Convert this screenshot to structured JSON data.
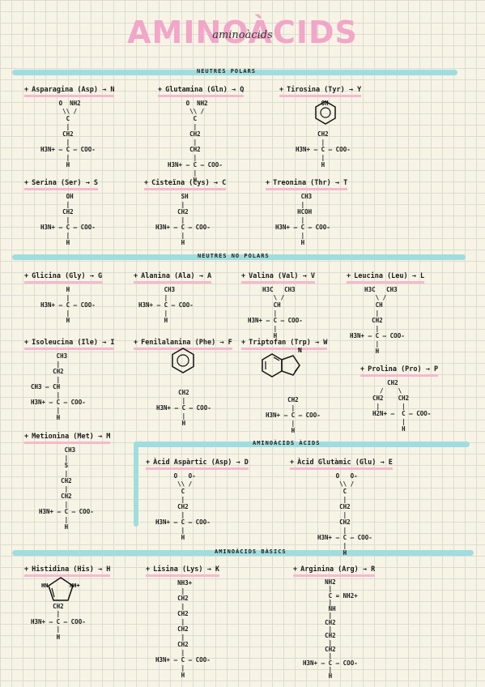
{
  "title": "AMINOÀCIDS",
  "title_script": "aminoàcids",
  "sections": {
    "polar": "NEUTRES POLARS",
    "nonpolar": "NEUTRES NO POLARS",
    "acidic": "AMINOÀCIDS ÀCIDS",
    "basic": "AMINOÀCIDS BÀSICS"
  },
  "amino_acids": [
    {
      "name": "Asparagina (Asp) → N",
      "structure": "     O  NH2\n      \\\\ /\n       C\n       |\n      CH2\n       |\nH3N+ — C — COO-\n       |\n       H"
    },
    {
      "name": "Glutamina (Gln) → Q",
      "structure": "     O  NH2\n      \\\\ /\n       C\n       |\n      CH2\n       |\n      CH2\n       |\nH3N+ — C — COO-\n       |\n       H"
    },
    {
      "name": "Tirosina (Tyr) → Y",
      "structure": "       OH\n\n\n\n      CH2\n       |\nH3N+ — C — COO-\n       |\n       H"
    },
    {
      "name": "Serina (Ser) → S",
      "structure": "       OH\n       |\n      CH2\n       |\nH3N+ — C — COO-\n       |\n       H"
    },
    {
      "name": "Cisteïna (Cys) → C",
      "structure": "       SH\n       |\n      CH2\n       |\nH3N+ — C — COO-\n       |\n       H"
    },
    {
      "name": "Treonina (Thr) → T",
      "structure": "       CH3\n       |\n      HCOH\n       |\nH3N+ — C — COO-\n       |\n       H"
    },
    {
      "name": "Glicina (Gly) → G",
      "structure": "       H\n       |\nH3N+ — C — COO-\n       |\n       H"
    },
    {
      "name": "Alanina (Ala) → A",
      "structure": "       CH3\n       |\nH3N+ — C — COO-\n       |\n       H"
    },
    {
      "name": "Valina (Val) → V",
      "structure": "    H3C   CH3\n       \\ /\n       CH\n       |\nH3N+ — C — COO-\n       |\n       H"
    },
    {
      "name": "Leucina (Leu) → L",
      "structure": "    H3C   CH3\n       \\ /\n       CH\n       |\n      CH2\n       |\nH3N+ — C — COO-\n       |\n       H"
    },
    {
      "name": "Isoleucina (Ile) → I",
      "structure": "       CH3\n       |\n      CH2\n       |\nCH3 — CH\n       |\nH3N+ — C — COO-\n       |\n       H"
    },
    {
      "name": "Fenilalanina (Phe) → F",
      "structure": "      CH2\n       |\nH3N+ — C — COO-\n       |\n       H"
    },
    {
      "name": "Triptofan (Trp) → W",
      "structure": "      CH2\n       |\nH3N+ — C — COO-\n       |\n       H"
    },
    {
      "name": "Prolina (Pro) → P",
      "structure": "      CH2\n    /    \\\n  CH2    CH2\n   |      |\n  H2N+ —  C — COO-\n          |\n          H"
    },
    {
      "name": "Metionina (Met) → M",
      "structure": "       CH3\n       |\n       S\n       |\n      CH2\n       |\n      CH2\n       |\nH3N+ — C — COO-\n       |\n       H"
    },
    {
      "name": "Àcid Aspàrtic (Asp) → D",
      "structure": "     O   O-\n      \\\\ /\n       C\n       |\n      CH2\n       |\nH3N+ — C — COO-\n       |\n       H"
    },
    {
      "name": "Àcid Glutàmic (Glu) → E",
      "structure": "     O   O-\n      \\\\ /\n       C\n       |\n      CH2\n       |\n      CH2\n       |\nH3N+ — C — COO-\n       |\n       H"
    },
    {
      "name": "Histidina (His) → H",
      "structure": "\n\n\n      CH2\n       |\nH3N+ — C — COO-\n       |\n       H"
    },
    {
      "name": "Lisina (Lys) → K",
      "structure": "      NH3+\n       |\n      CH2\n       |\n      CH2\n       |\n      CH2\n       |\n      CH2\n       |\nH3N+ — C — COO-\n       |\n       H"
    },
    {
      "name": "Arginina (Arg) → R",
      "structure": "      NH2\n       |\n       C = NH2+\n       |\n       NH\n       |\n      CH2\n       |\n      CH2\n       |\n      CH2\n       |\nH3N+ — C — COO-\n       |\n       H"
    }
  ],
  "ring_labels": {
    "tyr_oh": "OH",
    "trp_nh": "N",
    "his_hn": "HN",
    "his_nh": "NH+"
  },
  "colors": {
    "title_pink": "#f2a6c9",
    "underline_pink": "#f6b8cf",
    "band_cyan": "#9fdde0"
  }
}
